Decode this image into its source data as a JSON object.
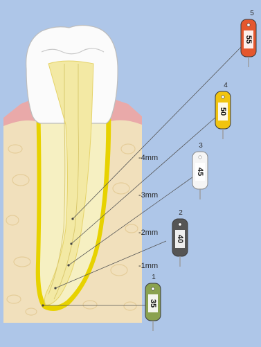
{
  "figure": {
    "background": "#aec6e8",
    "gum_color": "#e9a9a9",
    "bone_color": "#f1e0bc",
    "root_outline_color": "#e7d200",
    "canal_color": "#f6eeb4",
    "crown_color": "#fbfbfb"
  },
  "steps": [
    {
      "number": "1",
      "size": "35",
      "offset": "",
      "color": "#8aa24e"
    },
    {
      "number": "2",
      "size": "40",
      "offset": "-1mm",
      "color": "#555555"
    },
    {
      "number": "3",
      "size": "45",
      "offset": "-2mm",
      "color": "#f5f5f5"
    },
    {
      "number": "4",
      "size": "50",
      "offset": "-3mm",
      "color": "#f1c40f"
    },
    {
      "number": "5",
      "size": "55",
      "offset": "-4mm",
      "color": "#e4572e"
    }
  ]
}
